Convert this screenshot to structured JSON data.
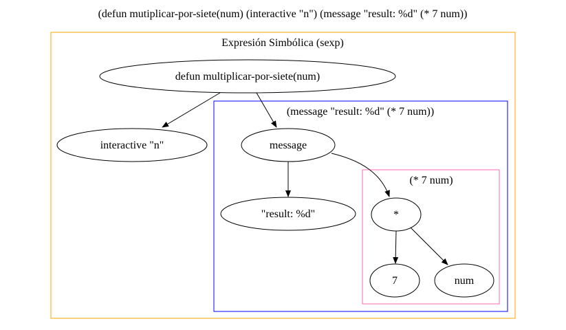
{
  "diagram": {
    "title": "(defun mutiplicar-por-siete(num) (interactive \"n\") (message \"result: %d\" (* 7 num))",
    "clusters": [
      {
        "id": "sexp",
        "label": "Expresión Simbólica (sexp)",
        "color": "#ffa500"
      },
      {
        "id": "message",
        "label": "(message \"result: %d\" (* 7 num))",
        "color": "#0000ff"
      },
      {
        "id": "mult",
        "label": "(* 7 num)",
        "color": "#ff69b4"
      }
    ],
    "nodes": [
      {
        "id": "defun",
        "label": "defun multiplicar-por-siete(num)"
      },
      {
        "id": "interactive",
        "label": "interactive \"n\""
      },
      {
        "id": "message",
        "label": "message"
      },
      {
        "id": "result",
        "label": "\"result: %d\""
      },
      {
        "id": "star",
        "label": "*"
      },
      {
        "id": "seven",
        "label": "7"
      },
      {
        "id": "num",
        "label": "num"
      }
    ],
    "edges": [
      {
        "from": "defun",
        "to": "interactive"
      },
      {
        "from": "defun",
        "to": "message"
      },
      {
        "from": "message",
        "to": "result"
      },
      {
        "from": "message",
        "to": "star"
      },
      {
        "from": "star",
        "to": "seven"
      },
      {
        "from": "star",
        "to": "num"
      }
    ]
  }
}
